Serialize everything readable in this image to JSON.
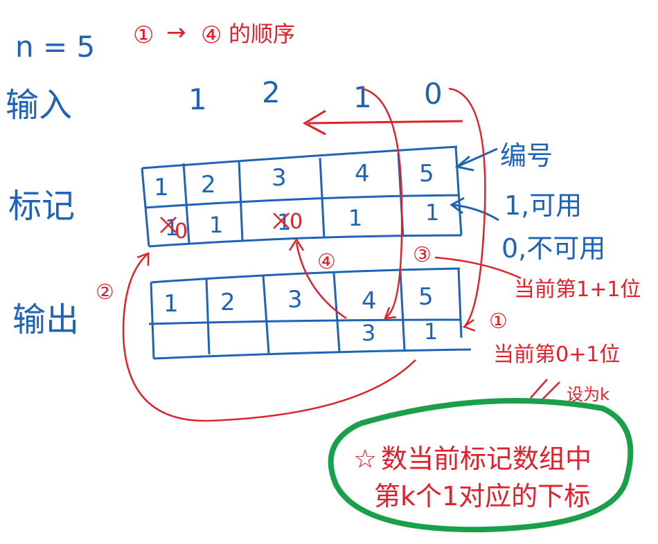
{
  "colors": {
    "blue": "#1e63b8",
    "red": "#e0202a",
    "green": "#1aa04a",
    "background": "#ffffff"
  },
  "header": {
    "n_label": "n = 5",
    "step_order_start": "①",
    "arrow": "→",
    "step_order_end": "④",
    "order_text": "的顺序"
  },
  "row_labels": {
    "input": "输入",
    "mark": "标记",
    "output": "输出"
  },
  "input_values": [
    "1",
    "2",
    "1",
    "0"
  ],
  "mark_table": {
    "numbers": [
      "1",
      "2",
      "3",
      "4",
      "5"
    ],
    "flags": [
      "1",
      "1",
      "1",
      "1",
      "1"
    ],
    "crossed_flags": [
      "0",
      "",
      "0",
      "",
      ""
    ]
  },
  "output_table": {
    "numbers": [
      "1",
      "2",
      "3",
      "4",
      "5"
    ],
    "values": [
      "",
      "",
      "",
      "3",
      "1"
    ]
  },
  "right_annotations": {
    "numbering": "编号",
    "available": "1,可用",
    "unavailable": "0,不可用",
    "current_index_plus_one_3": "当前第1+1位",
    "current_index_plus_one_1": "当前第0+1位",
    "set_k": "设为k"
  },
  "step_markers": {
    "step1": "①",
    "step2": "②",
    "step3": "③",
    "step4": "④"
  },
  "note": {
    "line1": "数当前标记数组中",
    "line2": "第k个1对应的下标"
  }
}
